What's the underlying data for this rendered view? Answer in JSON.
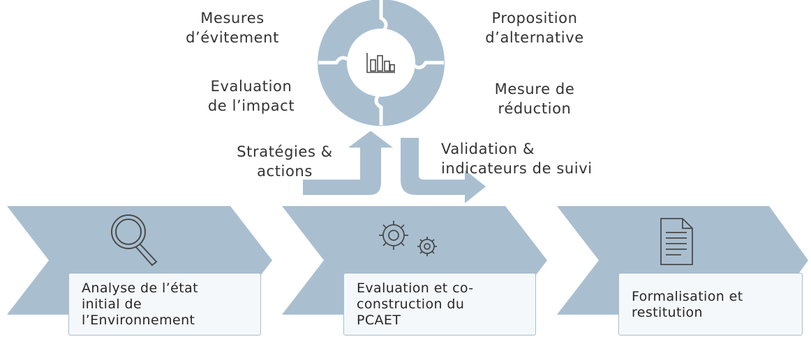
{
  "cycle": {
    "labels": {
      "top_left": "Mesures\nd’évitement",
      "top_right": "Proposition\nd’alternative",
      "bottom_left": "Evaluation\nde l’impact",
      "bottom_right": "Mesure de\nréduction"
    }
  },
  "arrows": {
    "up_label": "Stratégies &\nactions",
    "down_label": "Validation &\nindicateurs de suivi"
  },
  "steps": [
    {
      "label": "Analyse de l’état\ninitial de\nl’Environnement",
      "icon": "magnifier-icon"
    },
    {
      "label": "Evaluation et co-\nconstruction du\nPCAET",
      "icon": "gears-icon"
    },
    {
      "label": "Formalisation et\nrestitution",
      "icon": "document-icon"
    }
  ],
  "colors": {
    "shape_fill": "#a9bfd0",
    "icon_stroke": "#4a4a4a",
    "box_border": "#a9bccb"
  }
}
